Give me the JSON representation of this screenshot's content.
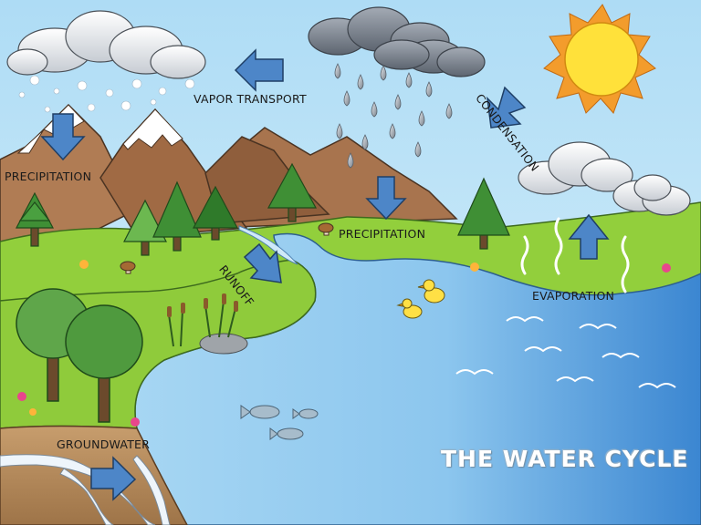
{
  "title": "THE WATER CYCLE",
  "labels": {
    "vapor_transport": "VAPOR TRANSPORT",
    "condensation": "CONDENSATION",
    "precipitation_left": "PRECIPITATION",
    "precipitation_center": "PRECIPITATION",
    "runoff": "RUNOFF",
    "evaporation": "EVAPORATION",
    "groundwater": "GROUNDWATER"
  },
  "colors": {
    "sky": "#bfe3f7",
    "mountain": "#a8744e",
    "snow": "#ffffff",
    "grass": "#92cf3c",
    "lake": "#8fc9ef",
    "sea": "#4f97d8",
    "arrow": "#4d86c8",
    "sun": "#ffe13a",
    "sun_rays": "#f39c2c",
    "tree": "#3f8f35",
    "soil": "#b48a5c"
  }
}
